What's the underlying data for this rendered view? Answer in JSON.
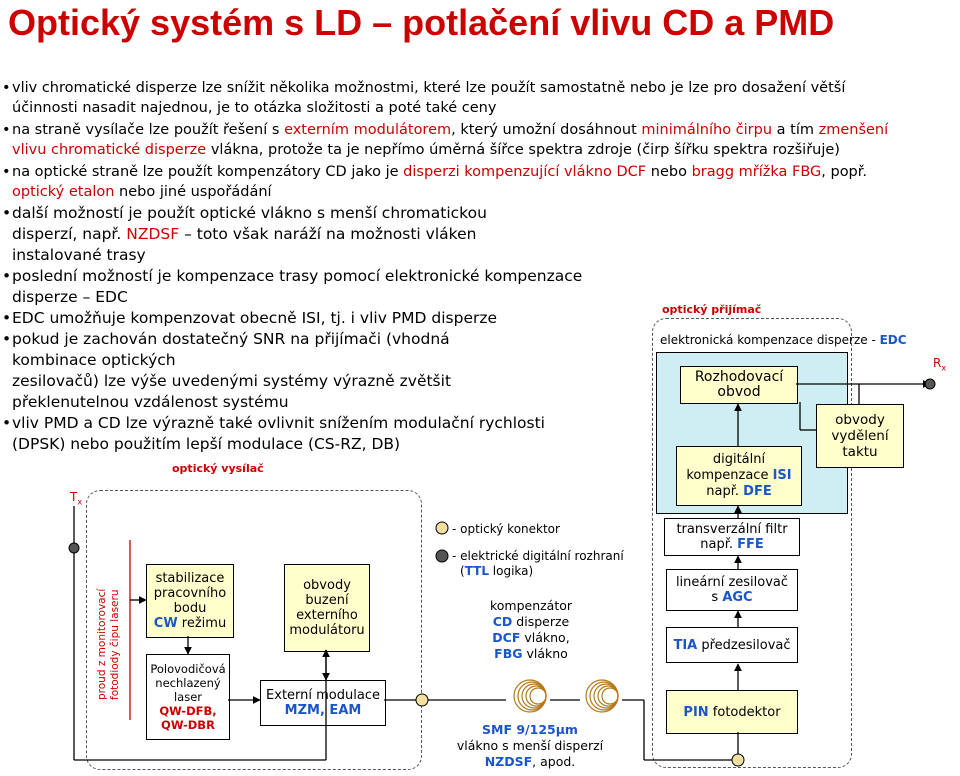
{
  "title": "Optický systém s LD – potlačení vlivu CD a PMD",
  "bullets": {
    "b1_l1": "vliv chromatické disperze lze snížit několika možnostmi, které lze použít samostatně nebo je lze pro dosažení větší",
    "b1_l2": "účinnosti nasadit najednou, je to otázka složitosti a poté také ceny",
    "b2_l1a": "na straně vysílače lze použít řešení s ",
    "b2_l1b": "externím modulátorem",
    "b2_l1c": ", který umožní dosáhnout ",
    "b2_l1d": "minimálního čirpu",
    "b2_l1e": " a tím ",
    "b2_l1f": "zmenšení",
    "b2_l2a": "vlivu chromatické disperze",
    "b2_l2b": " vlákna, protože ta je nepřímo úměrná šířce spektra zdroje (čirp šířku spektra rozšiřuje)",
    "b3_l1a": "na optické straně lze použít kompenzátory CD jako je ",
    "b3_l1b": "disperzi kompenzující vlákno DCF",
    "b3_l1c": " nebo ",
    "b3_l1d": "bragg mřížka FBG",
    "b3_l1e": ", popř.",
    "b3_l2a": "optický etalon",
    "b3_l2b": " nebo jiné uspořádání",
    "b4_l1": "další možností je použít optické vlákno s menší chromatickou",
    "b4_l2a": "disperzí, např. ",
    "b4_l2b": "NZDSF",
    "b4_l2c": " – toto však naráží na možnosti vláken",
    "b4_l3": "instalované trasy",
    "b5_l1": "poslední možností je kompenzace trasy pomocí elektronické kompenzace",
    "b5_l2": "disperze – EDC",
    "b6_l1": "EDC umožňuje kompenzovat obecně ISI, tj. i vliv PMD disperze",
    "b7_l1": "pokud je zachován dostatečný SNR na přijímači (vhodná",
    "b7_l2": "kombinace optických",
    "b7_l3": "zesilovačů) lze výše uvedenými systémy  výrazně zvětšit",
    "b7_l4": "překlenutelnou vzdálenost systému",
    "b8_l1": "vliv PMD a CD lze výrazně také ovlivnit snížením modulační rychlosti",
    "b8_l2": "(DPSK) nebo použitím lepší modulace (CS-RZ, DB)"
  },
  "diagram": {
    "rx_title": "optický přijímač",
    "edc_title_a": "elektronická kompenzace disperze - ",
    "edc_title_b": "EDC",
    "rx_label": "R",
    "rx_sub": "x",
    "rozhodovaci": "Rozhodovací obvod",
    "obvody_l1": "obvody",
    "obvody_l2": "vydělení",
    "obvody_l3": "taktu",
    "digitalni_l1": "digitální",
    "digitalni_l2a": "kompenzace ",
    "digitalni_l2b": "ISI",
    "digitalni_l3a": "např. ",
    "digitalni_l3b": "DFE",
    "transverzalni_l1": "transverzální filtr",
    "transverzalni_l2a": "např. ",
    "transverzalni_l2b": "FFE",
    "linearni_l1": "lineární zesilovač",
    "linearni_l2a": "s ",
    "linearni_l2b": "AGC",
    "tia_a": "TIA",
    "tia_b": " předzesilovač",
    "pin_a": "PIN",
    "pin_b": " fotodektor",
    "tx_title": "optický vysílač",
    "tx_label": "T",
    "tx_sub": "x",
    "monitor_l1": "proud z monitorovací",
    "monitor_l2": "fotodiody čipu laseru",
    "stab_l1": "stabilizace",
    "stab_l2": "pracovního",
    "stab_l3": "bodu",
    "stab_l4a": "CW",
    "stab_l4b": " režimu",
    "laser_l1": "Polovodičová",
    "laser_l2": "nechlazený",
    "laser_l3": "laser",
    "laser_l4": "QW-DFB,",
    "laser_l5": "QW-DBR",
    "buzeni_l1": "obvody",
    "buzeni_l2": "buzení",
    "buzeni_l3": "externího",
    "buzeni_l4": "modulátoru",
    "ext_l1": "Externí modulace",
    "ext_l2": "MZM, EAM",
    "legend_opt": "- optický konektor",
    "legend_el_l1": "- elektrické digitální rozhraní",
    "legend_el_l2a": "(",
    "legend_el_l2b": "TTL",
    "legend_el_l2c": " logika)",
    "komp_l1": "kompenzátor",
    "komp_l2a": "CD",
    "komp_l2b": " disperze",
    "komp_l3a": "DCF",
    "komp_l3b": " vlákno,",
    "komp_l4a": "FBG",
    "komp_l4b": " vlákno",
    "smf_l1": "SMF 9/125μm",
    "smf_l2": "vlákno s menší disperzí",
    "smf_l3a": "NZDSF",
    "smf_l3b": ", apod."
  }
}
